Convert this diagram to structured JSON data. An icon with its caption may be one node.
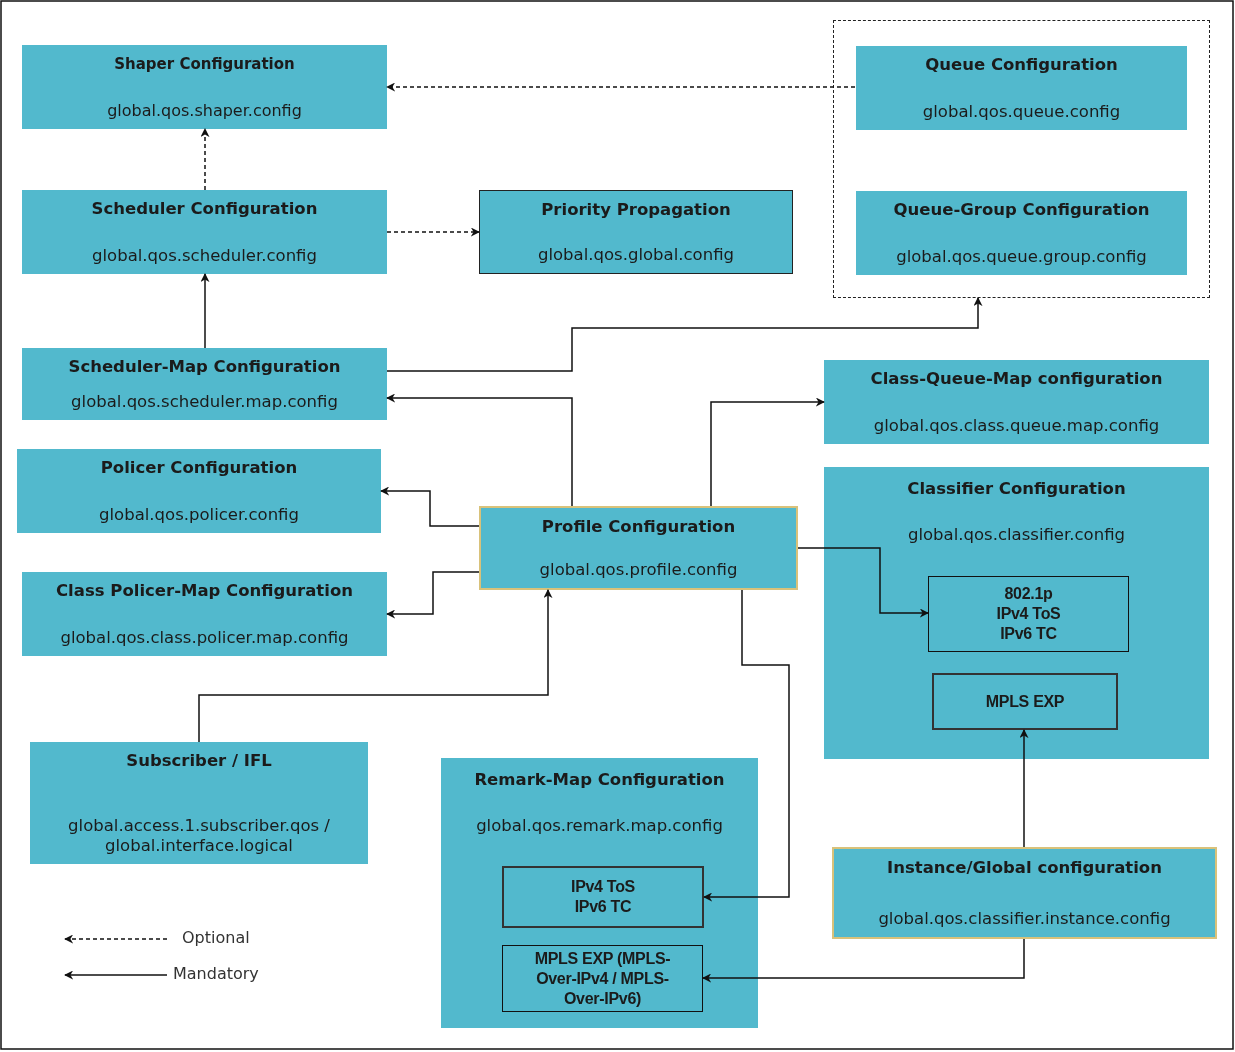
{
  "diagram": {
    "nodes": [
      {
        "text": [
          "Shaper Configuration",
          "global.qos.shaper.config"
        ]
      },
      {
        "text": [],
        "shape": "box"
      },
      {
        "text": [
          "Queue Configuration",
          "global.qos.queue.config"
        ],
        "in": 1
      },
      {
        "text": [
          "Scheduler Configuration",
          "global.qos.scheduler.config"
        ]
      },
      {
        "text": [
          "Priority Propagation",
          "global.qos.global.config"
        ]
      },
      {
        "text": [
          "Queue-Group Configuration",
          "global.qos.queue.group.config"
        ],
        "in": 1
      },
      {
        "text": [
          "Scheduler-Map Configuration",
          "global.qos.scheduler.map.config"
        ]
      },
      {
        "text": [
          "Class-Queue-Map configuration",
          "global.qos.class.queue.map.config"
        ]
      },
      {
        "text": [
          "Policer Configuration",
          "global.qos.policer.config"
        ]
      },
      {
        "text": [
          "Classifier Configuration",
          "global.qos.classifier.config"
        ]
      },
      {
        "text": [
          "Profile Configuration",
          "global.qos.profile.config"
        ]
      },
      {
        "text": [
          "802.1p IPv4 ToS IPv6 TC"
        ],
        "in": 9
      },
      {
        "text": [
          "MPLS EXP"
        ],
        "in": 9
      },
      {
        "text": [
          "Class Policer-Map Configuration",
          "global.qos.class.policer.map.config"
        ]
      },
      {
        "text": [
          "Subscriber / IFL",
          "global.access.1.subscriber.qos / global.interface.logical"
        ]
      },
      {
        "text": [
          "Remark-Map Configuration",
          "global.qos.remark.map.config"
        ]
      },
      {
        "text": [
          "IPv4 ToS IPv6 TC"
        ],
        "in": 15
      },
      {
        "text": [
          "MPLS EXP (MPLS-Over-IPv4 / MPLS-Over-IPv6)"
        ],
        "in": 15
      },
      {
        "text": [
          "Instance/Global  configuration",
          "global.qos.classifier.instance.config"
        ]
      }
    ],
    "edges": [
      {
        "from": 2,
        "to": 0,
        "arrow": "to",
        "style": "dashed"
      },
      {
        "from": 3,
        "to": 0,
        "arrow": "to",
        "style": "dashed"
      },
      {
        "from": 3,
        "to": 4,
        "arrow": "to",
        "style": "dashed"
      },
      {
        "from": 6,
        "to": 3,
        "arrow": "to"
      },
      {
        "from": 6,
        "to": 1,
        "arrow": "to"
      },
      {
        "from": 10,
        "to": 6,
        "arrow": "to"
      },
      {
        "from": 10,
        "to": 7,
        "arrow": "to"
      },
      {
        "from": 10,
        "to": 8,
        "arrow": "to"
      },
      {
        "from": 10,
        "to": 13,
        "arrow": "to"
      },
      {
        "from": 14,
        "to": 10,
        "arrow": "to"
      },
      {
        "from": 10,
        "to": 11,
        "arrow": "to"
      },
      {
        "from": 10,
        "to": 16,
        "arrow": "to"
      },
      {
        "from": 18,
        "to": 12,
        "arrow": "to"
      },
      {
        "from": 18,
        "to": 17,
        "arrow": "to"
      }
    ],
    "legend": [
      {
        "text": "Optional"
      },
      {
        "text": "Mandatory"
      }
    ]
  }
}
